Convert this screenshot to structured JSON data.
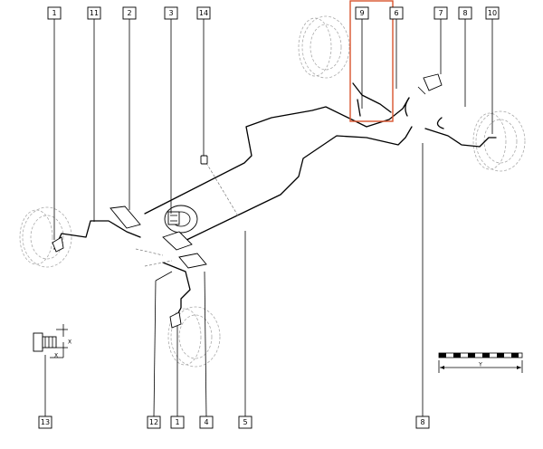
{
  "callouts": {
    "c1_top": "1",
    "c11": "11",
    "c2": "2",
    "c3": "3",
    "c14": "14",
    "c9": "9",
    "c6": "6",
    "c7": "7",
    "c8_top": "8",
    "c10": "10",
    "c13": "13",
    "c12": "12",
    "c1_bottom": "1",
    "c4": "4",
    "c5": "5",
    "c8_bottom": "8"
  },
  "detail": {
    "dim_x": "X",
    "dim_x2": "X"
  },
  "scale": {
    "label": "Y"
  },
  "colors": {
    "highlight": "#d9542e",
    "line": "#000000",
    "ghost": "#aaaaaa"
  }
}
